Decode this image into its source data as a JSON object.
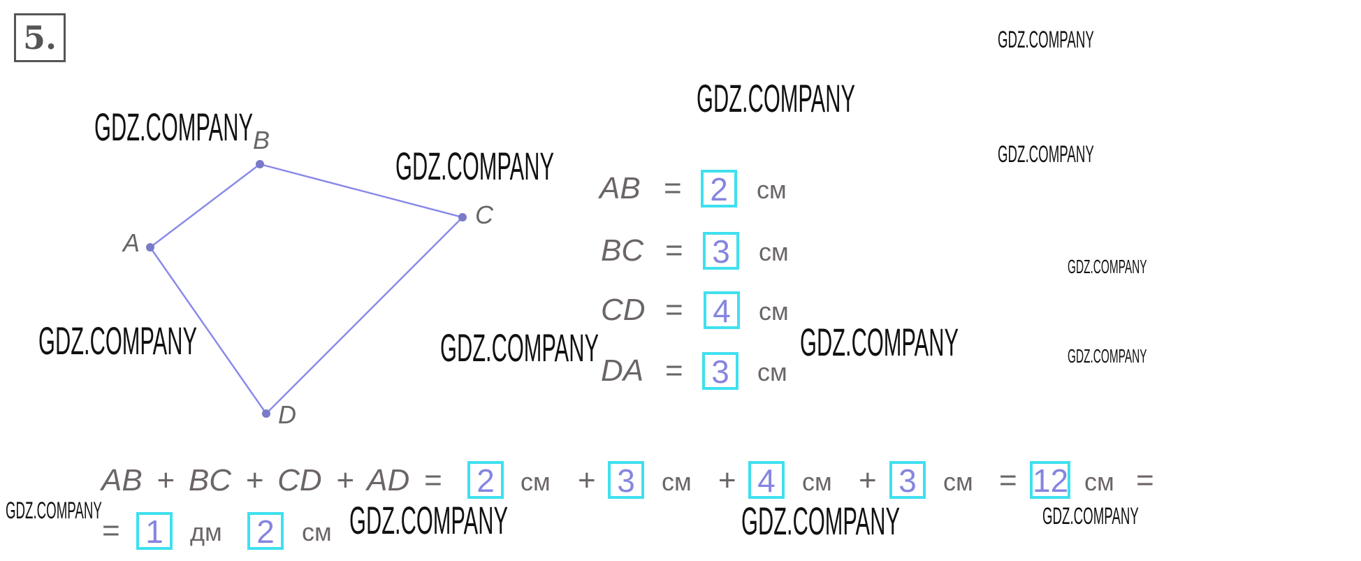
{
  "task_number": "5.",
  "watermark": "GDZ.COMPANY",
  "figure": {
    "points": {
      "A": "A",
      "B": "B",
      "C": "C",
      "D": "D"
    },
    "line_color": "#8a8ae8"
  },
  "measurements": [
    {
      "segment": "AB",
      "eq": "=",
      "value": "2",
      "unit": "см"
    },
    {
      "segment": "BC",
      "eq": "=",
      "value": "3",
      "unit": "см"
    },
    {
      "segment": "CD",
      "eq": "=",
      "value": "4",
      "unit": "см"
    },
    {
      "segment": "DA",
      "eq": "=",
      "value": "3",
      "unit": "см"
    }
  ],
  "sum": {
    "expression": "AB + BC + CD + AD =",
    "terms": [
      "2",
      "3",
      "4",
      "3"
    ],
    "unit": "см",
    "plus": "+",
    "eq": "=",
    "total": "12",
    "dm_value": "1",
    "dm_unit": "дм",
    "cm_value": "2"
  },
  "colors": {
    "box": "#3fe0ef",
    "answer": "#8585e0",
    "text": "#6b6566"
  }
}
